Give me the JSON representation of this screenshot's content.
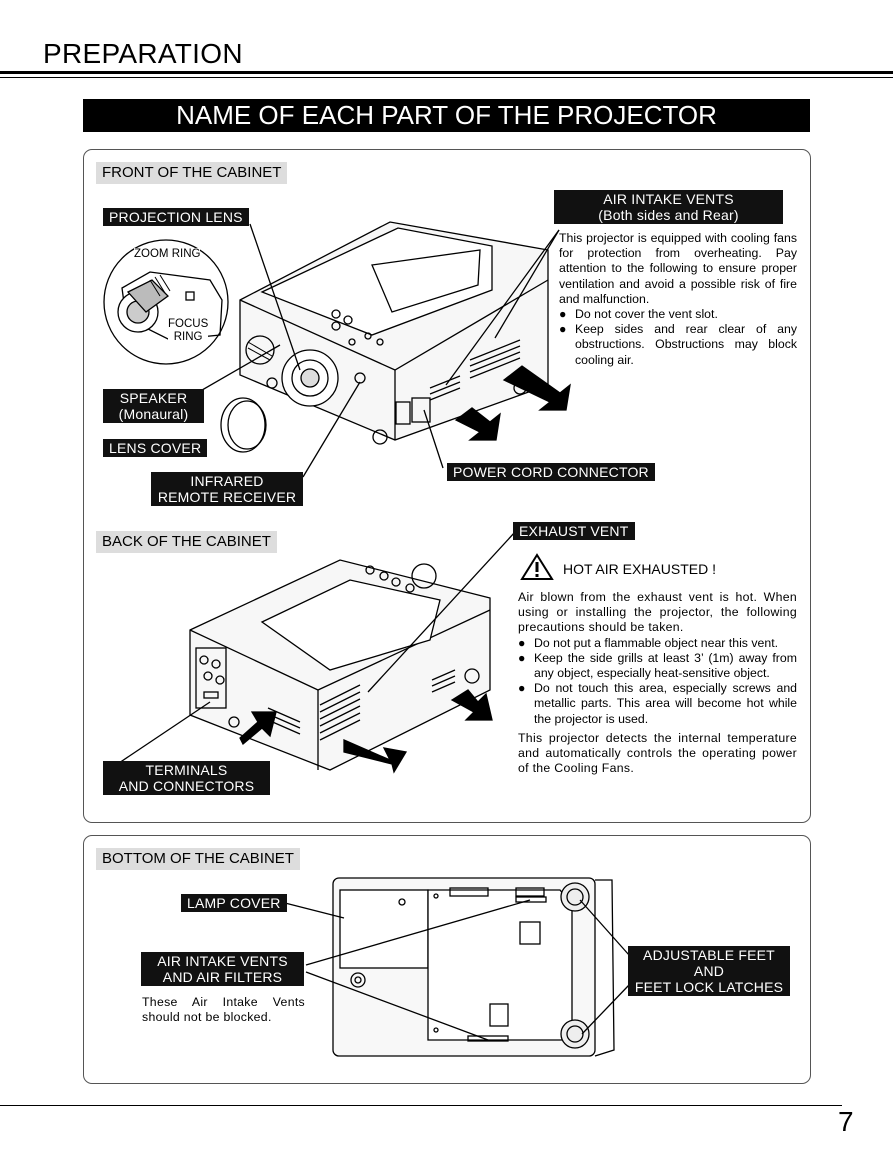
{
  "header": {
    "section_title": "PREPARATION",
    "banner_title": "NAME OF EACH PART OF THE PROJECTOR"
  },
  "front": {
    "heading": "FRONT OF THE CABINET",
    "labels": {
      "projection_lens": "PROJECTION LENS",
      "zoom_ring": "ZOOM RING",
      "focus_ring": "FOCUS\nRING",
      "speaker": "SPEAKER\n(Monaural)",
      "lens_cover": "LENS COVER",
      "infrared": "INFRARED\nREMOTE RECEIVER",
      "air_intake": "AIR INTAKE VENTS\n(Both sides and Rear)",
      "power_cord": "POWER CORD CONNECTOR"
    },
    "intake_note": "This projector is equipped with cooling fans for protection from overheating. Pay attention to the following to ensure proper ventilation and avoid a possible risk of fire and malfunction.",
    "intake_bullets": [
      "Do not cover the vent slot.",
      "Keep sides and rear clear of any obstructions.  Obstructions may block cooling air."
    ]
  },
  "back": {
    "heading": "BACK OF THE CABINET",
    "labels": {
      "exhaust": "EXHAUST VENT",
      "terminals": "TERMINALS\nAND CONNECTORS"
    },
    "warning": "HOT AIR EXHAUSTED !",
    "exhaust_note": "Air blown from the exhaust vent is hot. When using or installing the projector, the following precautions should be taken.",
    "exhaust_bullets": [
      "Do not put a flammable object near this vent.",
      "Keep the side grills at least 3’ (1m) away from any object, especially heat-sensitive object.",
      "Do not touch this area, especially screws and metallic parts.  This area will become hot while the projector is used."
    ],
    "detect_note": "This projector detects the internal temperature and automatically controls the operating power of the Cooling Fans."
  },
  "bottom": {
    "heading": "BOTTOM OF THE CABINET",
    "labels": {
      "lamp_cover": "LAMP COVER",
      "air_intake": "AIR INTAKE VENTS\nAND AIR FILTERS",
      "feet": "ADJUSTABLE FEET\nAND\nFEET LOCK LATCHES"
    },
    "vents_note": "These Air Intake Vents should not be blocked."
  },
  "footer": {
    "page_number": "7"
  },
  "icons": {
    "bullet": "●",
    "warning": "warning-triangle-icon"
  }
}
